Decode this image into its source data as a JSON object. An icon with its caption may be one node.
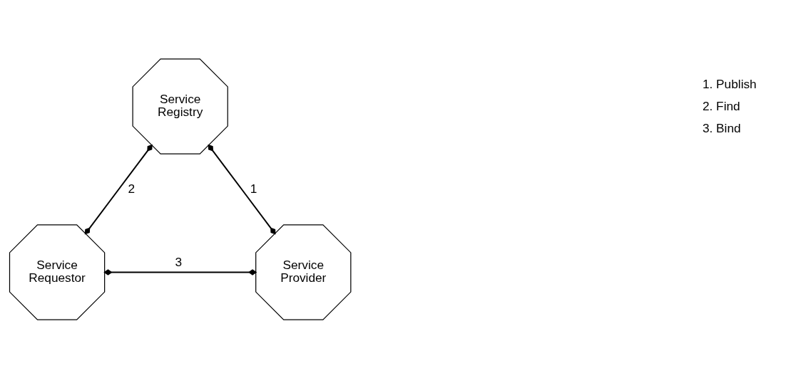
{
  "diagram": {
    "nodes": [
      {
        "text": [
          "Service Registry"
        ]
      },
      {
        "text": [
          "Service Requestor"
        ]
      },
      {
        "text": [
          "Service Provider"
        ]
      }
    ],
    "edges": [
      {
        "from": 0,
        "to": 1,
        "arrow": "other",
        "label": "2"
      },
      {
        "from": 0,
        "to": 2,
        "arrow": "other",
        "label": "1"
      },
      {
        "from": 1,
        "to": 2,
        "arrow": "other",
        "label": "3"
      }
    ],
    "labels": [
      "1. Publish",
      "2. Find",
      "3. Bind"
    ]
  }
}
